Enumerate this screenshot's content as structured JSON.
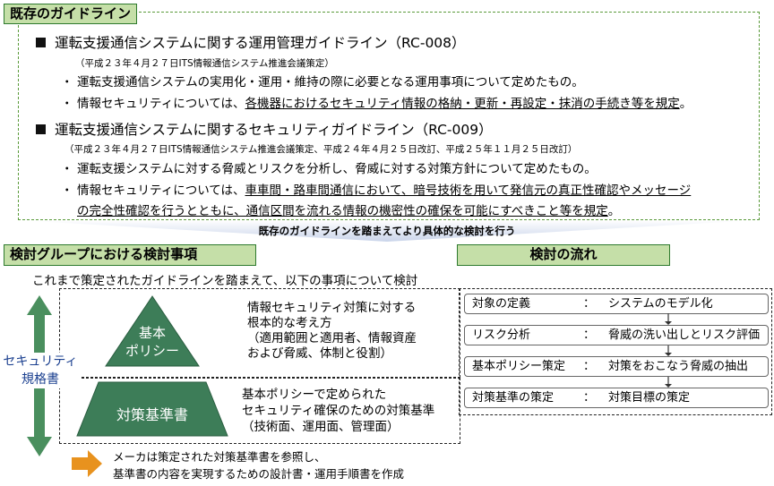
{
  "top": {
    "tag": "既存のガイドライン",
    "g1": {
      "title": "運転支援通信システムに関する運用管理ガイドライン（RC-008）",
      "note": "（平成２３年４月２７日ITS情報通信システム推進会議策定）",
      "b1": "運転支援通信システムの実用化・運用・維持の際に必要となる運用事項について定めたもの。",
      "b2a": "情報セキュリティについては、",
      "b2b": "各機器におけるセキュリティ情報の格納・更新・再設定・抹消の手続き等を規定",
      "b2c": "。"
    },
    "g2": {
      "title": "運転支援通信システムに関するセキュリティガイドライン（RC-009）",
      "note": "（平成２３年４月２７日ITS情報通信システム推進会議策定、平成２４年４月２５日改訂、平成２５年１１月２５日改訂）",
      "b1": "運転支援システムに対する脅威とリスクを分析し、脅威に対する対策方針について定めたもの。",
      "b2a": "情報セキュリティについては、",
      "b2b": "車車間・路車間通信において、暗号技術を用いて発信元の真正性確認やメッセージ",
      "b2c": "の完全性確認を行うとともに、通信区間を流れる情報の機密性の確保を可能にすべきこと等を規定",
      "b2d": "。"
    },
    "bullet": "・"
  },
  "banner": "既存のガイドラインを踏まえてより具体的な検討を行う",
  "left": {
    "tag": "検討グループにおける検討事項",
    "intro": "これまで策定されたガイドラインを踏まえて、以下の事項について検討",
    "policy_label_1": "基本",
    "policy_label_2": "ポリシー",
    "policy_desc": [
      "情報セキュリティ対策に対する",
      "根本的な考え方",
      "（適用範囲と適用者、情報資産",
      "および脅威、体制と役割）"
    ],
    "standard_label": "対策基準書",
    "standard_desc": [
      "基本ポリシーで定められた",
      "セキュリティ確保のための対策基準",
      "（技術面、運用面、管理面）"
    ],
    "side_label_1": "セキュリティ",
    "side_label_2": "規格書",
    "maker_1": "メーカは策定された対策基準書を参照し、",
    "maker_2": "基準書の内容を実現するための設計書・運用手順書を作成"
  },
  "right": {
    "tag": "検討の流れ",
    "steps": [
      {
        "name": "対象の定義",
        "sep": "：",
        "desc": "システムのモデル化"
      },
      {
        "name": "リスク分析",
        "sep": "：",
        "desc": "脅威の洗い出しとリスク評価"
      },
      {
        "name": "基本ポリシー策定",
        "sep": "：",
        "desc": "対策をおこなう脅威の抽出"
      },
      {
        "name": "対策基準の策定",
        "sep": "：",
        "desc": "対策目標の策定"
      }
    ]
  },
  "colors": {
    "accent_green": "#2e7a2e",
    "tag_fill": "#c5dfa8",
    "pyramid": "#3f7f5a",
    "arrow_orange": "#e8921e",
    "side_arrow": "#4a8f5e"
  }
}
